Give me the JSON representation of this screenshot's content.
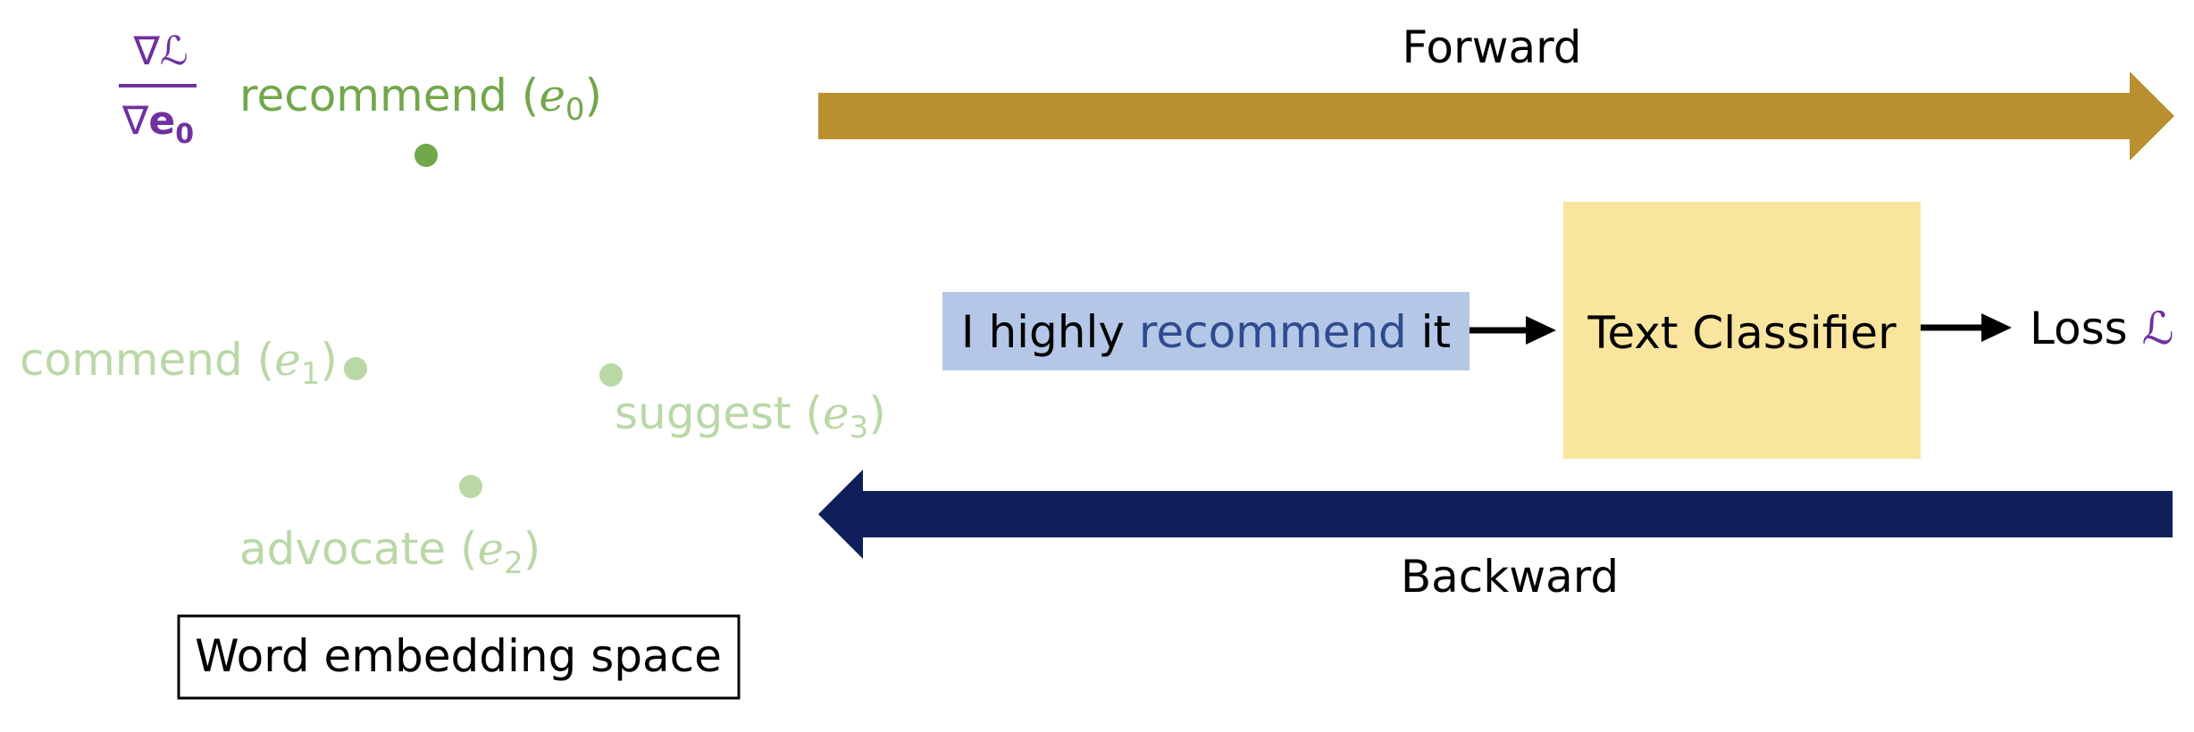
{
  "gradient": {
    "numerator": "∇ℒ",
    "denominator_nabla": "∇",
    "denominator_var": "e",
    "denominator_sub": "0"
  },
  "words": [
    {
      "id": "e0",
      "word": "recommend",
      "var": "e",
      "sub": "0",
      "highlighted": true
    },
    {
      "id": "e1",
      "word": "commend",
      "var": "e",
      "sub": "1",
      "highlighted": false
    },
    {
      "id": "e3",
      "word": "suggest",
      "var": "e",
      "sub": "3",
      "highlighted": false
    },
    {
      "id": "e2",
      "word": "advocate",
      "var": "e",
      "sub": "2",
      "highlighted": false
    }
  ],
  "embedding_space_label": "Word embedding space",
  "forward_label": "Forward",
  "backward_label": "Backward",
  "input_sentence": {
    "before": "I highly ",
    "target": "recommend",
    "after": " it"
  },
  "classifier_label": "Text Classifier",
  "loss": {
    "label": "Loss ",
    "symbol": "ℒ"
  },
  "colors": {
    "word_highlight": "#72a74a",
    "word_faded": "#b9d8a6",
    "gradient_purple": "#7030a0",
    "forward_arrow": "#b8902f",
    "backward_arrow": "#0e1f5b",
    "input_box": "#b4c7e7",
    "target_word": "#2f4b8f",
    "classifier_box": "#fae59e"
  }
}
